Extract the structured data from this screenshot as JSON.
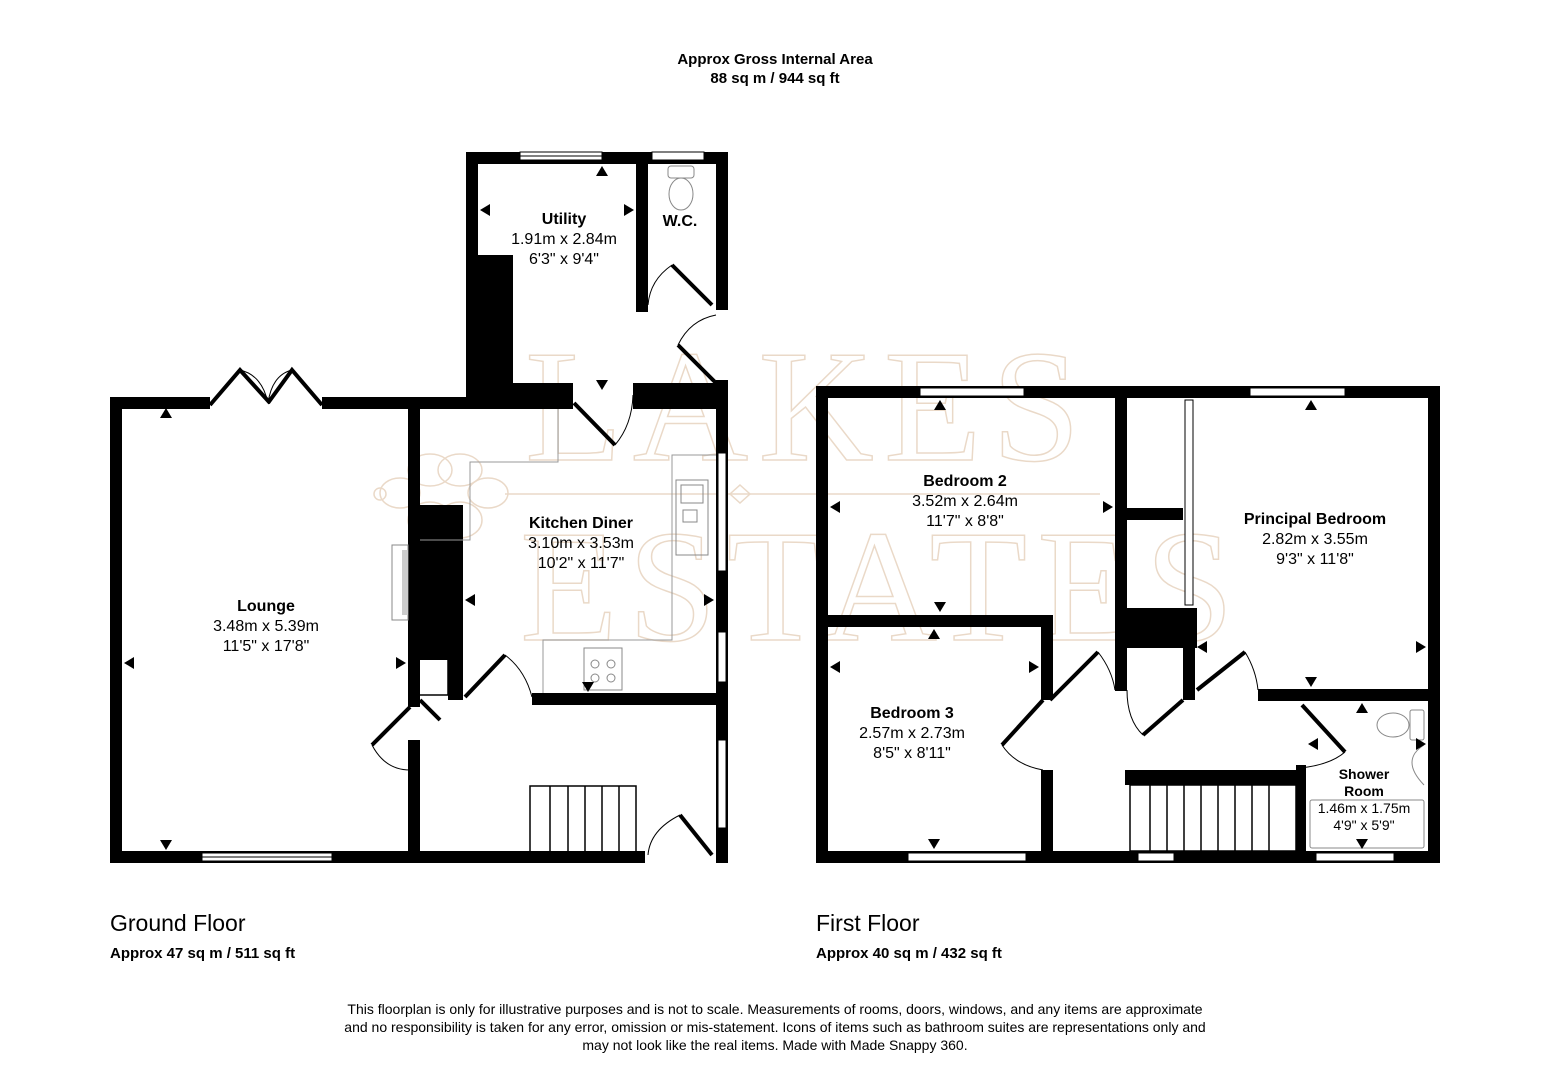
{
  "header": {
    "title": "Approx Gross Internal Area",
    "total_area": "88 sq m / 944 sq ft"
  },
  "watermark": {
    "line1": "LAKES",
    "line2": "ESTATES"
  },
  "floors": [
    {
      "name": "Ground Floor",
      "area": "Approx 47 sq m / 511 sq ft",
      "rooms": [
        {
          "name": "Utility",
          "metric": "1.91m x 2.84m",
          "imperial": "6'3\" x 9'4\""
        },
        {
          "name": "W.C."
        },
        {
          "name": "Kitchen Diner",
          "metric": "3.10m x 3.53m",
          "imperial": "10'2\" x 11'7\""
        },
        {
          "name": "Lounge",
          "metric": "3.48m x 5.39m",
          "imperial": "11'5\" x 17'8\""
        }
      ]
    },
    {
      "name": "First Floor",
      "area": "Approx 40 sq m / 432 sq ft",
      "rooms": [
        {
          "name": "Bedroom 2",
          "metric": "3.52m x 2.64m",
          "imperial": "11'7\" x 8'8\""
        },
        {
          "name": "Principal Bedroom",
          "metric": "2.82m x 3.55m",
          "imperial": "9'3\" x 11'8\""
        },
        {
          "name": "Bedroom 3",
          "metric": "2.57m x 2.73m",
          "imperial": "8'5\" x 8'11\""
        },
        {
          "name": "Shower Room",
          "name_line1": "Shower",
          "name_line2": "Room",
          "metric": "1.46m x 1.75m",
          "imperial": "4'9\" x 5'9\""
        }
      ]
    }
  ],
  "disclaimer": {
    "line1": "This floorplan is only for illustrative purposes and is not to scale. Measurements of rooms, doors, windows, and any items are approximate",
    "line2": "and no responsibility is taken for any error, omission or mis-statement. Icons of items such as bathroom suites are representations only and",
    "line3": "may not look like the real items. Made with Made Snappy 360."
  }
}
